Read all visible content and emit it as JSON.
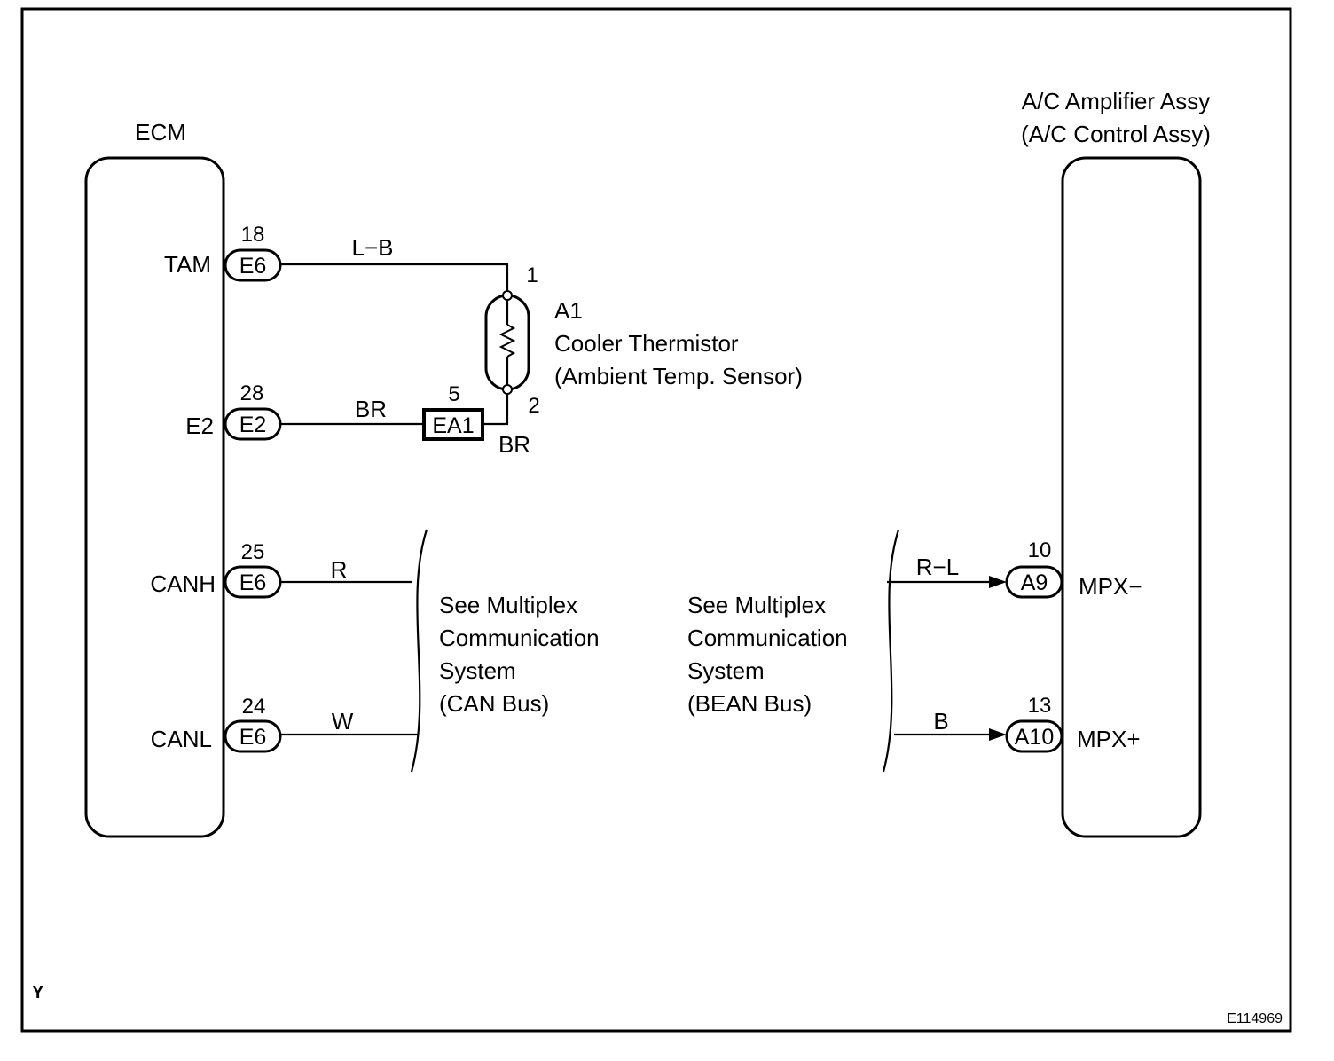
{
  "ecm": {
    "title": "ECM",
    "terminals": [
      {
        "name": "TAM",
        "pin": "18",
        "connector": "E6",
        "wire": "L−B"
      },
      {
        "name": "E2",
        "pin": "28",
        "connector": "E2",
        "wire": "BR"
      },
      {
        "name": "CANH",
        "pin": "25",
        "connector": "E6",
        "wire": "R"
      },
      {
        "name": "CANL",
        "pin": "24",
        "connector": "E6",
        "wire": "W"
      }
    ]
  },
  "sensor": {
    "id": "A1",
    "name": "Cooler Thermistor",
    "subtitle": "(Ambient Temp. Sensor)",
    "pin_top": "1",
    "pin_bottom": "2",
    "bottom_wire": "BR"
  },
  "junction": {
    "connector": "EA1",
    "pin": "5"
  },
  "can_note": {
    "lines": [
      "See Multiplex",
      "Communication",
      "System",
      "(CAN Bus)"
    ]
  },
  "bean_note": {
    "lines": [
      "See Multiplex",
      "Communication",
      "System",
      "(BEAN Bus)"
    ]
  },
  "amplifier": {
    "title_line1": "A/C Amplifier Assy",
    "title_line2": "(A/C Control Assy)",
    "terminals": [
      {
        "name": "MPX−",
        "pin": "10",
        "connector": "A9",
        "wire": "R−L"
      },
      {
        "name": "MPX+",
        "pin": "13",
        "connector": "A10",
        "wire": "B"
      }
    ]
  },
  "corner_label": "Y",
  "figure_id": "E114969"
}
